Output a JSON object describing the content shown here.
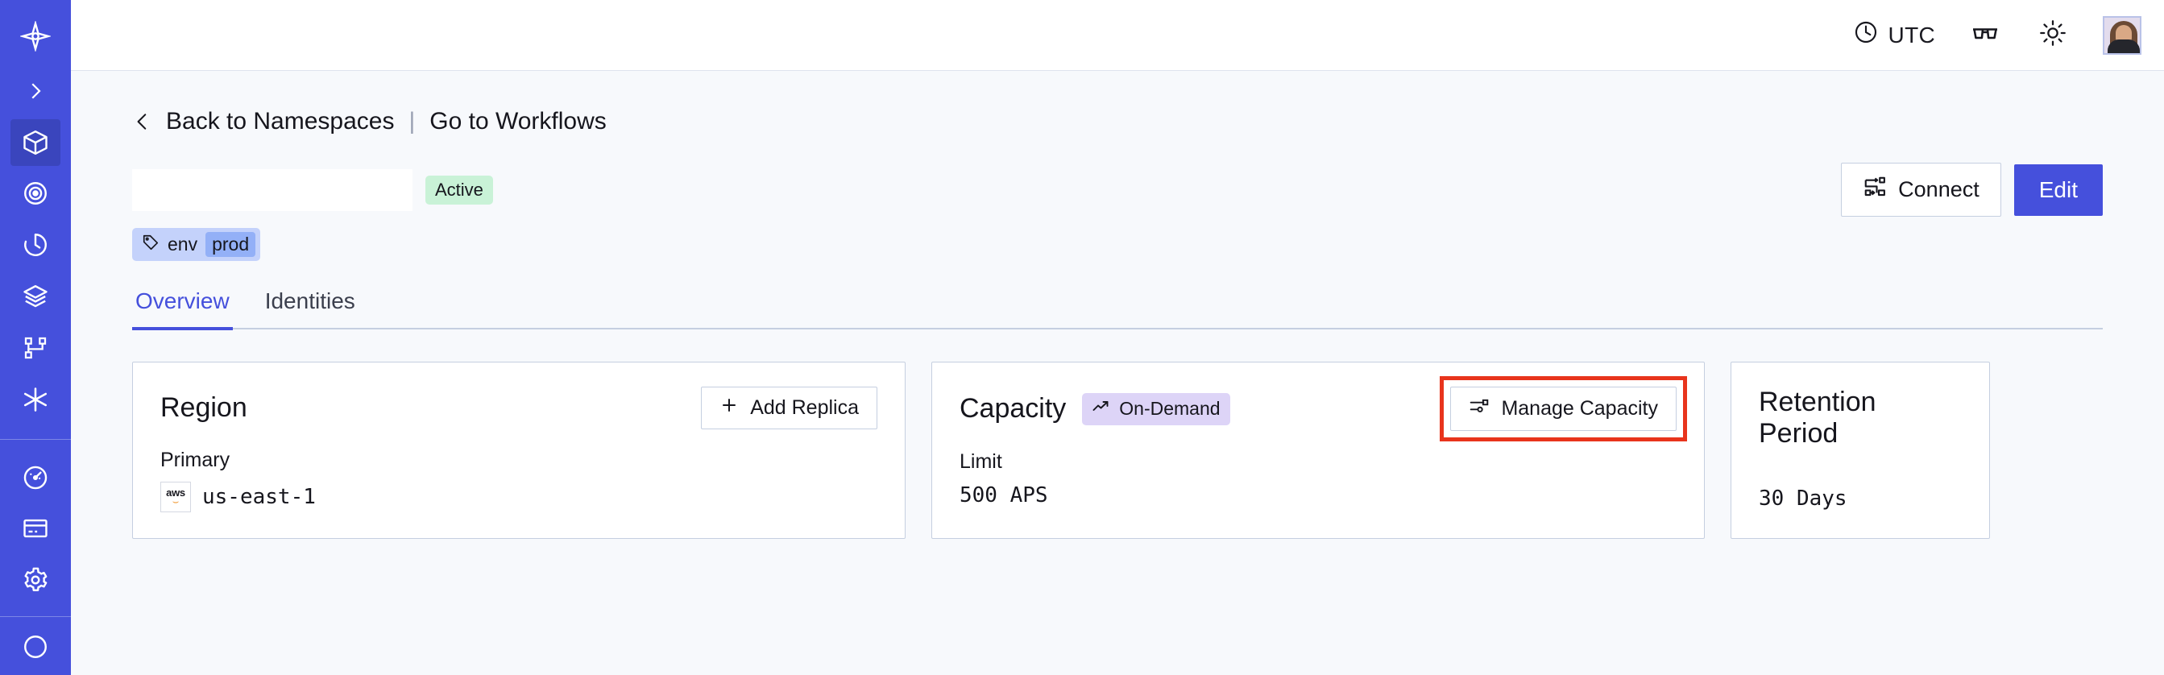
{
  "topbar": {
    "timezone_label": "UTC",
    "clock_icon": "clock-icon",
    "glasses_icon": "glasses-icon",
    "theme_icon": "sun-icon",
    "avatar_alt": "user-avatar"
  },
  "sidebar": {
    "bg_color": "#4550dc",
    "active_color": "#3a45bd",
    "items": [
      {
        "icon": "temporal-logo-icon",
        "label": "Logo",
        "active": false
      },
      {
        "icon": "chevron-right-icon",
        "label": "Expand",
        "active": false
      },
      {
        "icon": "cube-icon",
        "label": "Namespaces",
        "active": true
      },
      {
        "icon": "eye-target-icon",
        "label": "Observability",
        "active": false
      },
      {
        "icon": "history-clock-icon",
        "label": "Schedules",
        "active": false
      },
      {
        "icon": "layers-icon",
        "label": "Batch Operations",
        "active": false
      },
      {
        "icon": "workflow-branch-icon",
        "label": "Workflows",
        "active": false
      },
      {
        "icon": "asterisk-icon",
        "label": "Nexus",
        "active": false
      },
      {
        "icon": "gauge-icon",
        "label": "Usage",
        "active": false
      },
      {
        "icon": "credit-card-icon",
        "label": "Billing",
        "active": false
      },
      {
        "icon": "gear-icon",
        "label": "Settings",
        "active": false
      }
    ]
  },
  "breadcrumb": {
    "back_icon": "chevron-left-icon",
    "back_label": "Back to Namespaces",
    "divider": "|",
    "forward_label": "Go to Workflows"
  },
  "header": {
    "namespace_name": "",
    "status_label": "Active",
    "status_color": "#c9f2d7",
    "connect_label": "Connect",
    "connect_icon": "connect-icon",
    "edit_label": "Edit",
    "edit_color": "#4550dc"
  },
  "tags": [
    {
      "icon": "tag-icon",
      "key": "env",
      "value": "prod"
    }
  ],
  "tabs": [
    {
      "label": "Overview",
      "active": true
    },
    {
      "label": "Identities",
      "active": false
    }
  ],
  "cards": {
    "region": {
      "title": "Region",
      "action_label": "Add Replica",
      "action_icon": "plus-icon",
      "sub_label": "Primary",
      "provider_icon": "aws-logo-icon",
      "provider_text": "aws",
      "value": "us-east-1"
    },
    "capacity": {
      "title": "Capacity",
      "badge_icon": "trend-up-icon",
      "badge_label": "On-Demand",
      "badge_color": "#ddd4f7",
      "action_label": "Manage Capacity",
      "action_icon": "sliders-icon",
      "action_highlighted": true,
      "highlight_color": "#e8341c",
      "sub_label": "Limit",
      "value": "500 APS"
    },
    "retention": {
      "title": "Retention Period",
      "value": "30 Days"
    }
  }
}
